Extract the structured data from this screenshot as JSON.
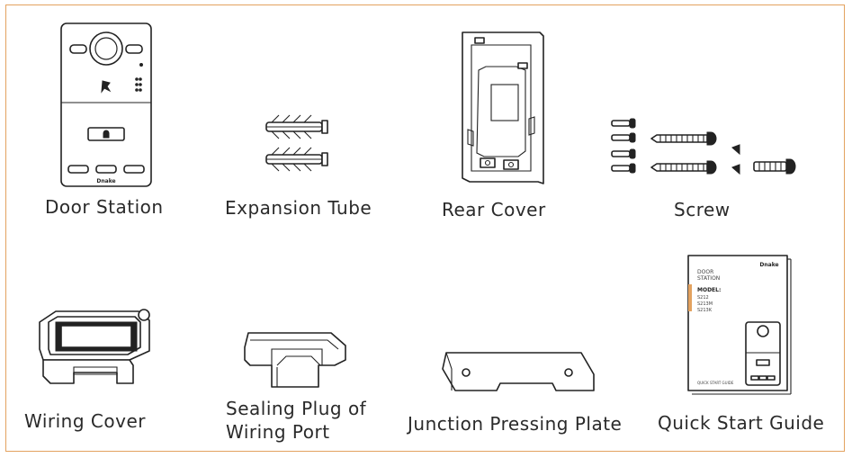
{
  "items": {
    "door_station": {
      "label": "Door Station",
      "brand": "Dnake"
    },
    "expansion_tube": {
      "label": "Expansion Tube"
    },
    "rear_cover": {
      "label": "Rear Cover"
    },
    "screw": {
      "label": "Screw"
    },
    "wiring_cover": {
      "label": "Wiring Cover"
    },
    "sealing_plug": {
      "label_line1": "Sealing Plug of",
      "label_line2": "Wiring Port"
    },
    "junction_plate": {
      "label": "Junction Pressing Plate"
    },
    "quick_start_guide": {
      "label": "Quick Start Guide",
      "cover_brand": "Dnake",
      "cover_title_line1": "DOOR",
      "cover_title_line2": "STATION",
      "cover_model_label": "MODEL:",
      "cover_models": [
        "S212",
        "S213M",
        "S213K"
      ],
      "cover_footer": "QUICK START GUIDE"
    }
  },
  "colors": {
    "frame_border": "#e3a25f",
    "line_art": "#222222",
    "accent_bar": "#e3a25f"
  }
}
